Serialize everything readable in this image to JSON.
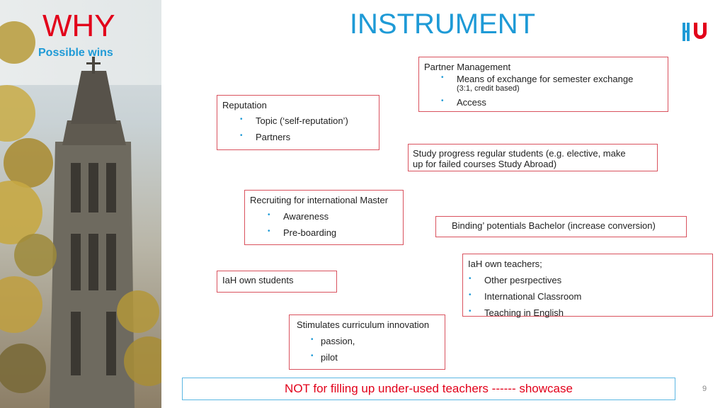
{
  "header": {
    "why": "WHY",
    "why_sub": "Possible wins",
    "title": "INSTRUMENT"
  },
  "boxes": {
    "partner": {
      "head": "Partner Management",
      "items": [
        "Means of exchange for semester exchange",
        "(3:1, credit based)",
        "Access"
      ]
    },
    "reputation": {
      "head": "Reputation",
      "items": [
        "Topic (‘self-reputation’)",
        "Partners"
      ]
    },
    "study_progress": {
      "lines": [
        "Study progress regular students (e.g. elective, make",
        "up for failed courses Study Abroad)"
      ]
    },
    "recruiting": {
      "head": "Recruiting for international Master",
      "items": [
        "Awareness",
        "Pre-boarding"
      ]
    },
    "binding": {
      "text": "Binding’ potentials Bachelor (increase conversion)"
    },
    "iah_teachers": {
      "head": "IaH own teachers;",
      "items": [
        "Other pesrpectives",
        "International Classroom",
        "Teaching in English"
      ]
    },
    "iah_students": {
      "text": "IaH own students"
    },
    "curriculum": {
      "head": "Stimulates curriculum innovation",
      "items": [
        "passion,",
        "pilot"
      ]
    }
  },
  "bullet": "•",
  "footer": {
    "banner": "NOT for filling up under-used teachers ------ showcase",
    "page_number": "9"
  },
  "colors": {
    "red": "#e2001a",
    "blue": "#1e9ad6",
    "box_border": "#d9525e"
  }
}
